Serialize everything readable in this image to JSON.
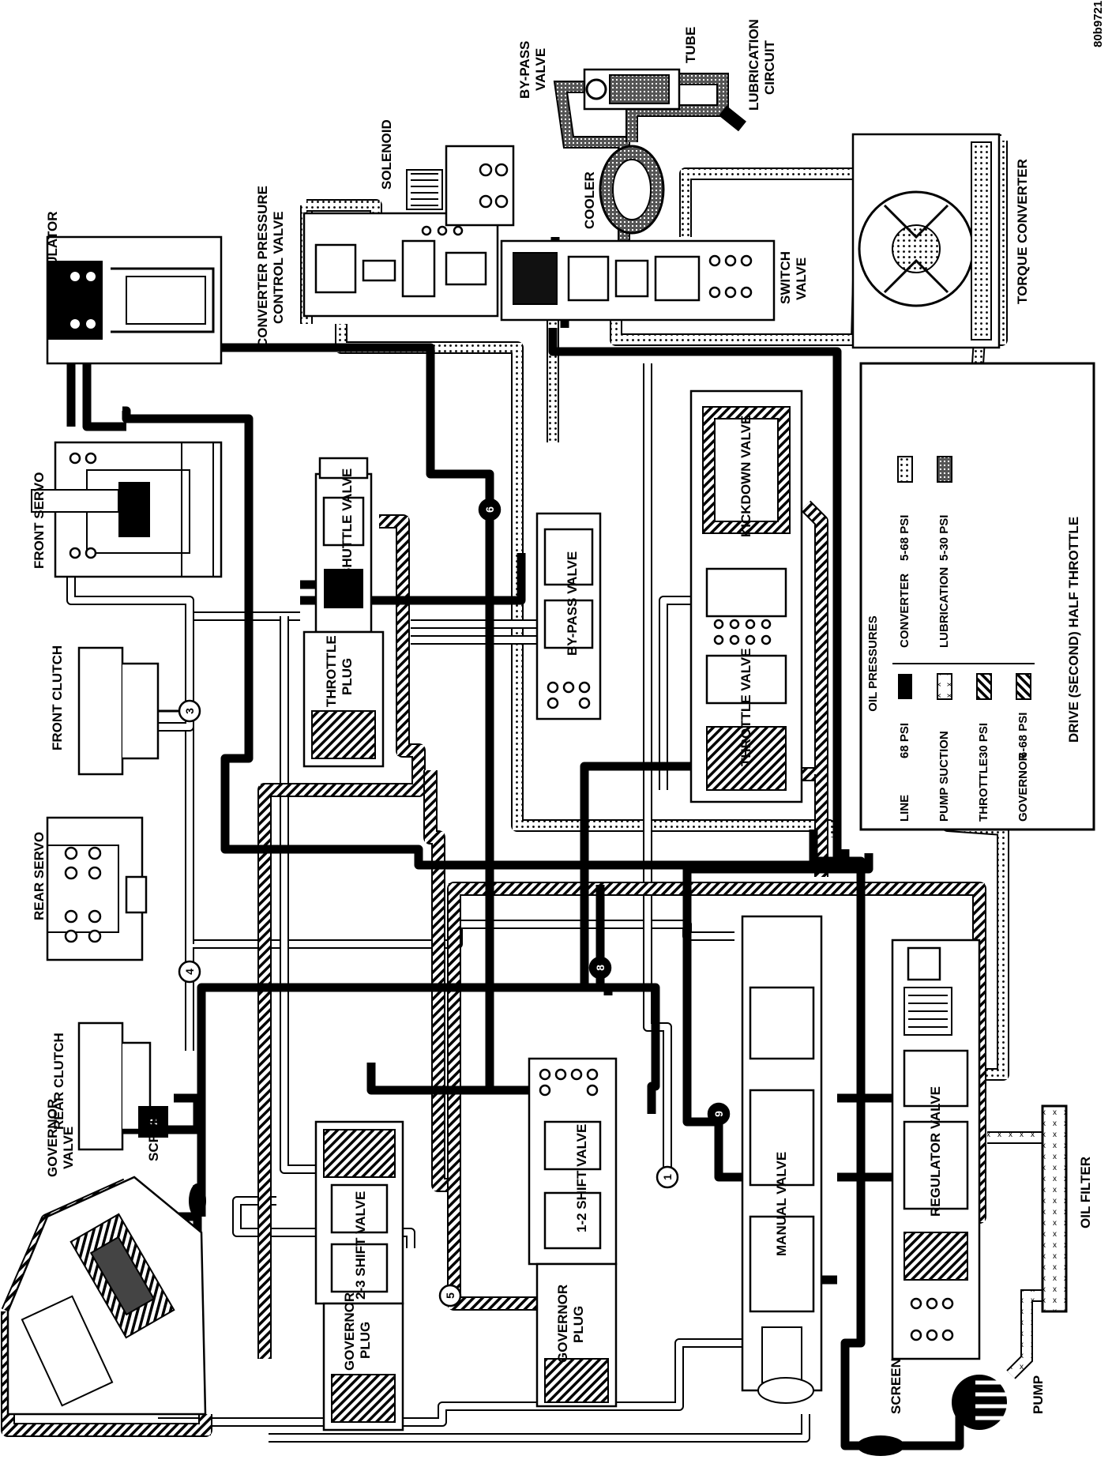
{
  "figure_id": "80b9721",
  "components": {
    "governor_valve": "GOVERNOR\nVALVE",
    "screen_top": "SCREEN",
    "rear_clutch": "REAR CLUTCH",
    "rear_servo": "REAR SERVO",
    "front_clutch": "FRONT CLUTCH",
    "front_servo": "FRONT SERVO",
    "accumulator": "ACCUMULATOR",
    "converter_pressure_control_valve": "CONVERTER PRESSURE\nCONTROL VALVE",
    "solenoid": "SOLENOID",
    "by_pass_valve_top": "BY-PASS\nVALVE",
    "tube": "TUBE",
    "lubrication_circuit": "LUBRICATION\nCIRCUIT",
    "cooler": "COOLER",
    "switch_valve": "SWITCH\nVALVE",
    "torque_converter": "TORQUE CONVERTER",
    "shuttle_valve": "SHUTTLE VALVE",
    "throttle_plug": "THROTTLE\nPLUG",
    "by_pass_valve": "BY-PASS VALVE",
    "kickdown_valve": "KICKDOWN VALVE",
    "throttle_valve": "THROTTLE VALVE",
    "shift_valve_2_3": "2-3 SHIFT VALVE",
    "governor_plug_left": "GOVERNOR\nPLUG",
    "shift_valve_1_2": "1-2 SHIFT VALVE",
    "governor_plug_right": "GOVERNOR\nPLUG",
    "manual_valve": "MANUAL VALVE",
    "regulator_valve": "REGULATOR VALVE",
    "screen_bottom": "SCREEN",
    "pump": "PUMP",
    "oil_filter": "OIL FILTER"
  },
  "circuit_numbers": [
    "1",
    "2",
    "3",
    "4",
    "5",
    "6",
    "8",
    "9"
  ],
  "legend": {
    "title": "OIL PRESSURES",
    "rows": [
      {
        "name": "LINE",
        "value": "68 PSI"
      },
      {
        "name": "PUMP SUCTION",
        "value": ""
      },
      {
        "name": "THROTTLE",
        "value": "30 PSI"
      },
      {
        "name": "GOVERNOR",
        "value": "6-68 PSI"
      }
    ],
    "right_rows": [
      {
        "name": "CONVERTER",
        "value": "5-68 PSI"
      },
      {
        "name": "LUBRICATION",
        "value": "5-30 PSI"
      }
    ],
    "caption": "DRIVE (SECOND) HALF THROTTLE"
  }
}
